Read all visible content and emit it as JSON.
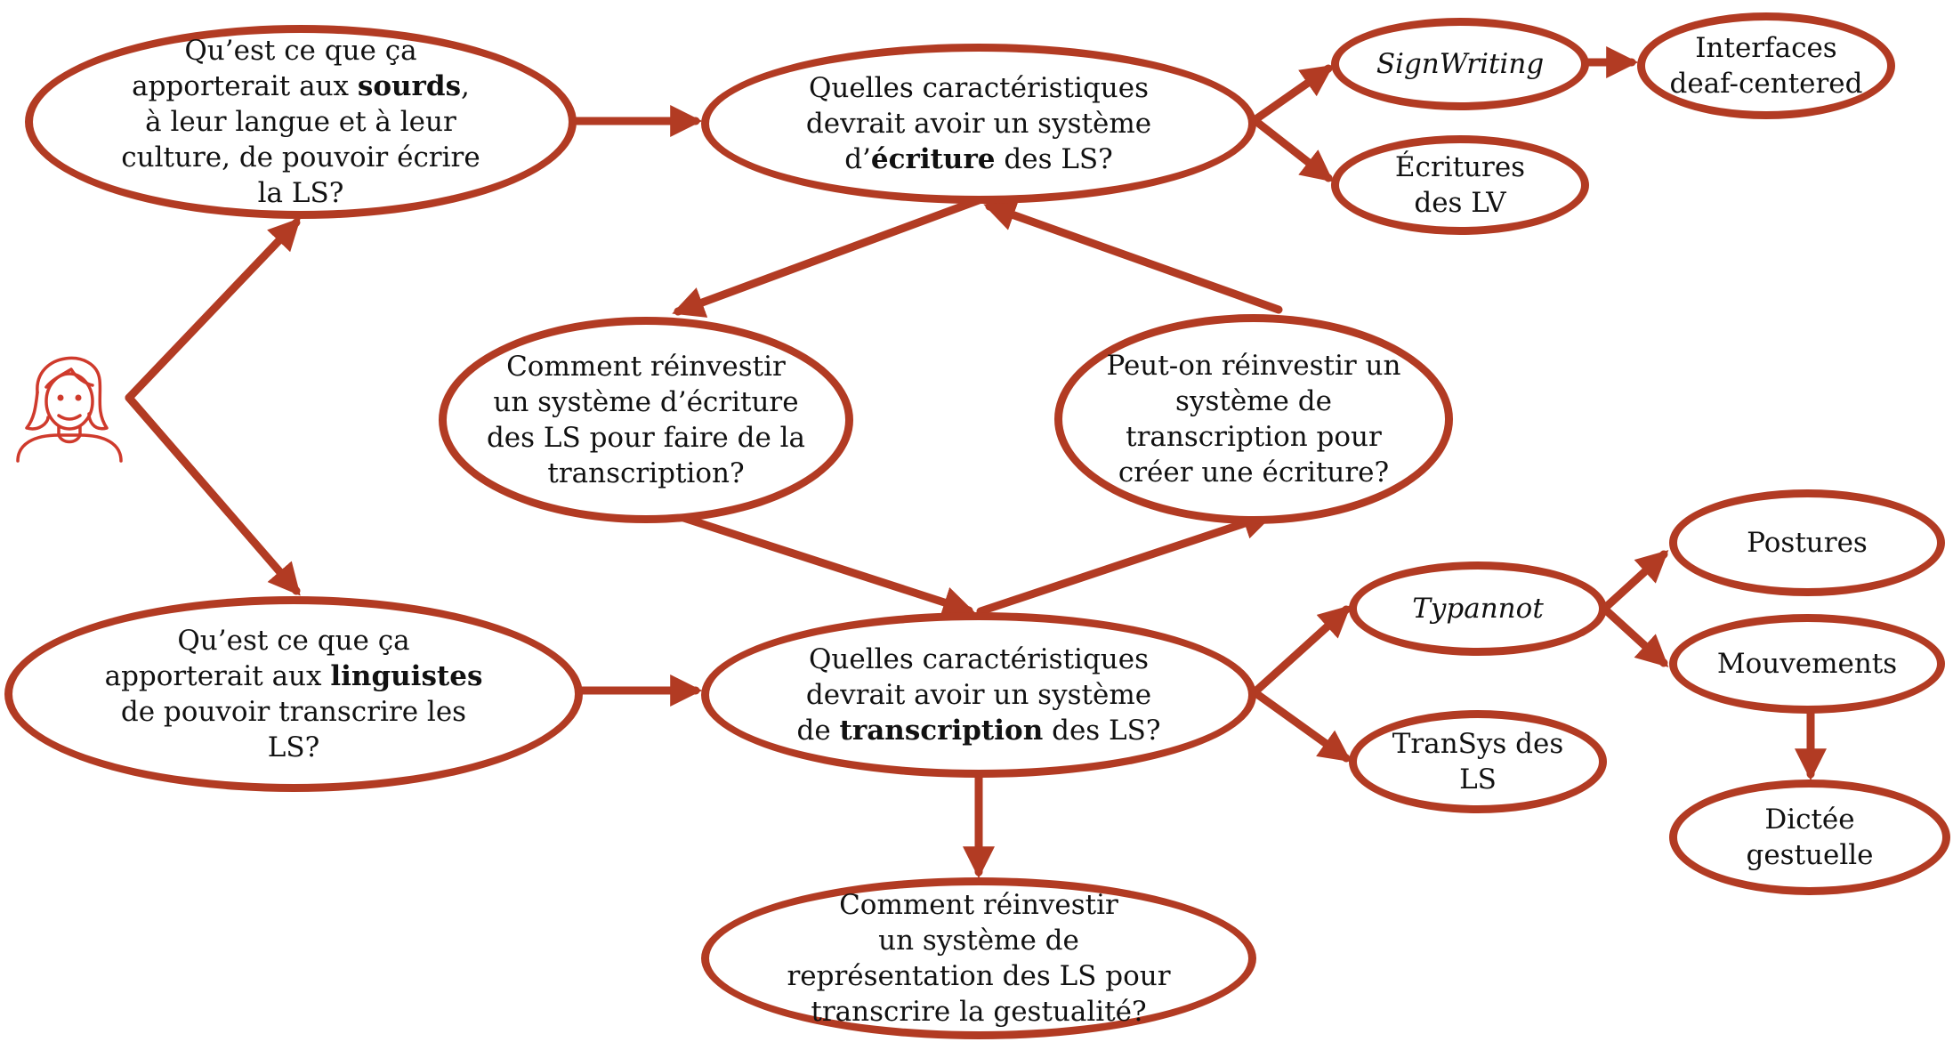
{
  "colors": {
    "accent": "#b23b23",
    "text": "#111111",
    "background": "#ffffff"
  },
  "icons": {
    "person": "woman-user-icon"
  },
  "nodes": {
    "q_sourds": {
      "lines": [
        [
          "Qu’est ce que ça"
        ],
        [
          "apporterait aux ",
          "sourds",
          ","
        ],
        [
          "à leur langue et à leur"
        ],
        [
          "culture, de pouvoir écrire"
        ],
        [
          "la LS?"
        ]
      ]
    },
    "q_linguistes": {
      "lines": [
        [
          "Qu’est ce que ça"
        ],
        [
          "apporterait aux ",
          "linguistes"
        ],
        [
          "de pouvoir transcrire les"
        ],
        [
          "LS?"
        ]
      ]
    },
    "q_ecriture": {
      "lines": [
        [
          "Quelles caractéristiques"
        ],
        [
          "devrait avoir un système"
        ],
        [
          "d’",
          "écriture",
          " des LS?"
        ]
      ]
    },
    "q_transcription": {
      "lines": [
        [
          "Quelles caractéristiques"
        ],
        [
          "devrait avoir un système"
        ],
        [
          "de ",
          "transcription",
          " des LS?"
        ]
      ]
    },
    "q_reinvestir_ecriture": {
      "lines": [
        "Comment réinvestir",
        "un système d’écriture",
        "des LS pour faire de la",
        "transcription?"
      ]
    },
    "q_reinvestir_transcription": {
      "lines": [
        "Peut-on réinvestir un",
        "système de",
        "transcription pour",
        "créer une écriture?"
      ]
    },
    "q_gestualite": {
      "lines": [
        "Comment réinvestir",
        "un système de",
        "représentation des LS pour",
        "transcrire la gestualité?"
      ]
    },
    "signwriting": {
      "lines": [
        "SignWriting"
      ]
    },
    "interfaces": {
      "lines": [
        "Interfaces",
        "deaf-centered"
      ]
    },
    "ecritures_lv": {
      "lines": [
        "Écritures",
        "des LV"
      ]
    },
    "typannot": {
      "lines": [
        "Typannot"
      ]
    },
    "transys": {
      "lines": [
        "TranSys des",
        "LS"
      ]
    },
    "postures": {
      "lines": [
        "Postures"
      ]
    },
    "mouvements": {
      "lines": [
        "Mouvements"
      ]
    },
    "dictee": {
      "lines": [
        "Dictée",
        "gestuelle"
      ]
    }
  }
}
